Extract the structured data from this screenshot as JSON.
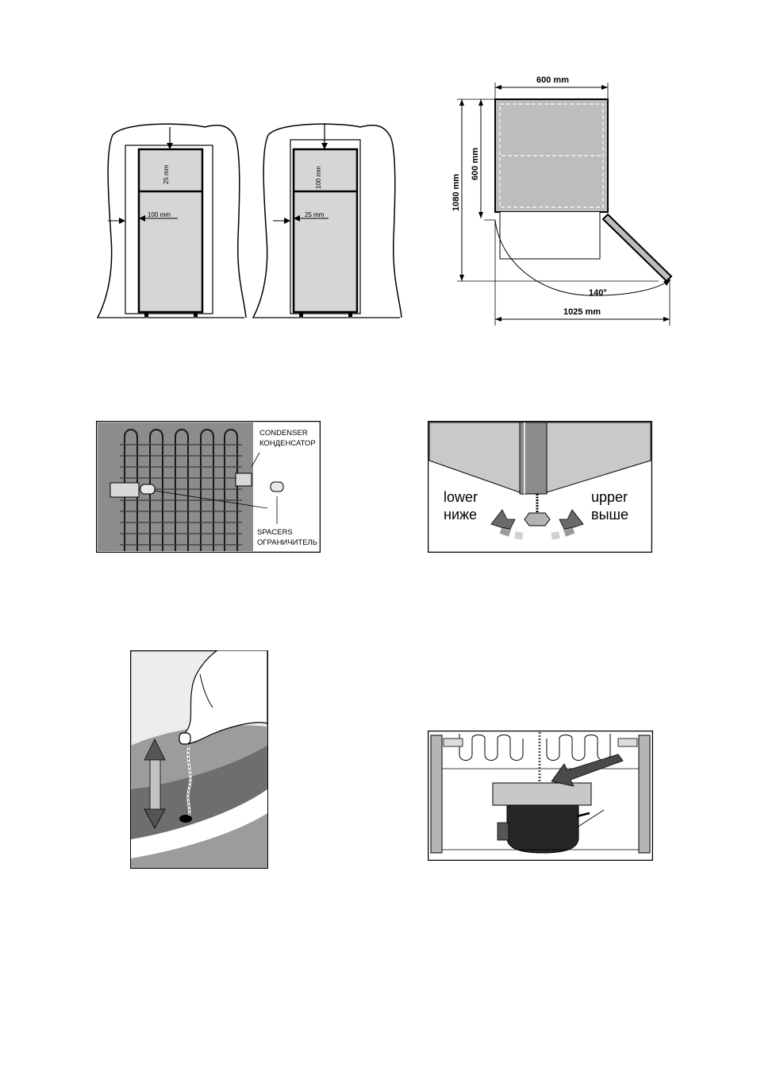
{
  "clearance": {
    "left": {
      "top_gap": "25 mm",
      "side_gap": "100 mm"
    },
    "right": {
      "top_gap": "100 mm",
      "side_gap": "25 mm"
    }
  },
  "dimensions": {
    "width": "600 mm",
    "depth": "600 mm",
    "height_open": "1080 mm",
    "door_angle": "140°",
    "total_depth": "1025 mm"
  },
  "condenser": {
    "condenser_en": "CONDENSER",
    "condenser_ru": "КОНДЕНСАТОР",
    "spacers_en": "SPACERS",
    "spacers_ru": "ОГРАНИЧИТЕЛЬ"
  },
  "levelling": {
    "lower_en": "lower",
    "lower_ru": "ниже",
    "upper_en": "upper",
    "upper_ru": "выше"
  }
}
